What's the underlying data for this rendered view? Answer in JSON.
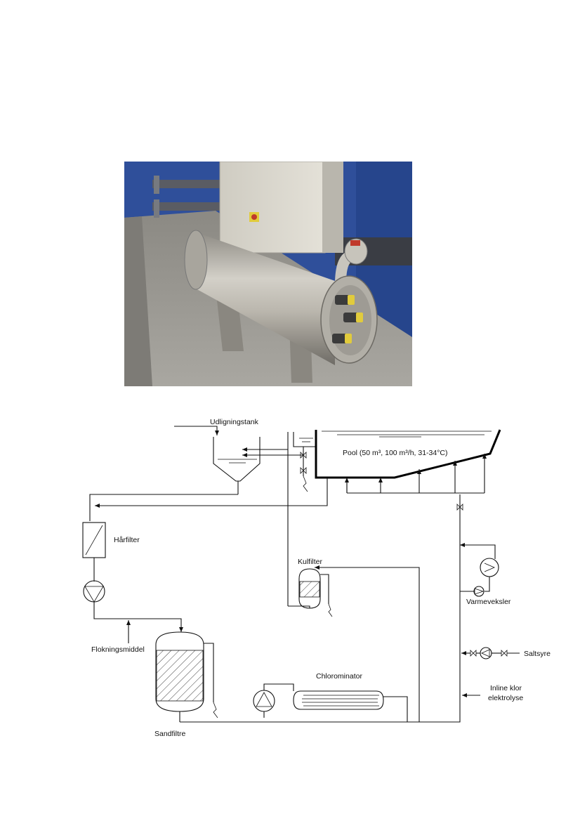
{
  "labels": {
    "udligningstank": "Udligningstank",
    "pool": "Pool (50 m³, 100 m³/h, 31-34°C)",
    "harfilter": "Hårfilter",
    "kulfilter": "Kulfilter",
    "varmeveksler": "Varmeveksler",
    "flokningsmiddel": "Flokningsmiddel",
    "saltsyre": "Saltsyre",
    "chlorominator": "Chlorominator",
    "inline_klor_1": "Inline klor",
    "inline_klor_2": "elektrolyse",
    "sandfiltre": "Sandfiltre"
  },
  "colors": {
    "wall_blue": "#2f4f9a",
    "floor_gray": "#9c9a95",
    "steel": "#b9b6ae",
    "cabinet": "#d9d6cc",
    "pipe_dark": "#3a3d44",
    "cap_yellow": "#e1cb3c"
  }
}
